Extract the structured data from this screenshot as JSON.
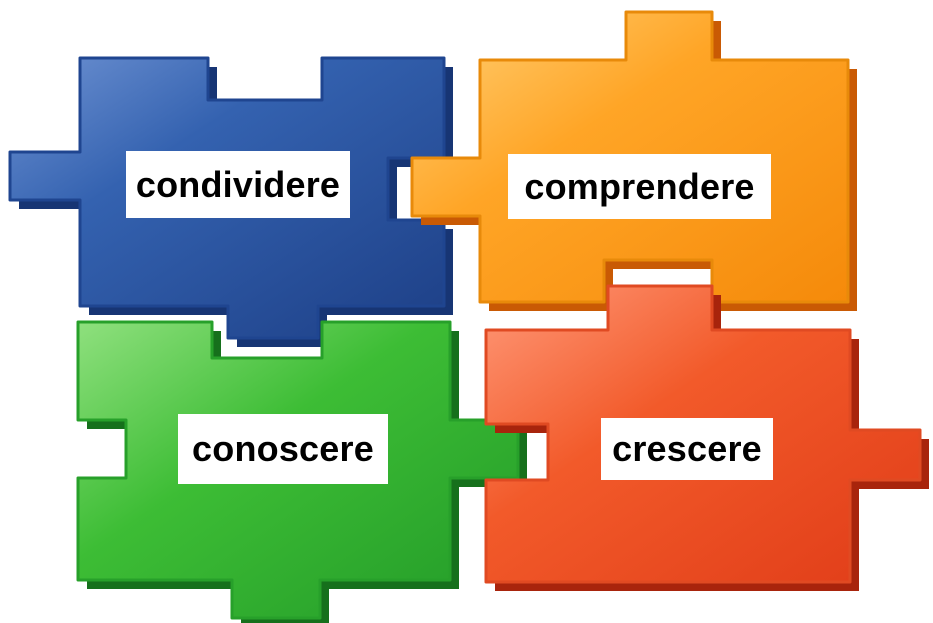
{
  "pieces": {
    "blue": {
      "label": "condividere",
      "color": "#2f5aa6"
    },
    "orange": {
      "label": "comprendere",
      "color": "#ff9f1a"
    },
    "green": {
      "label": "conoscere",
      "color": "#33b335"
    },
    "red": {
      "label": "crescere",
      "color": "#ee4a22"
    }
  }
}
